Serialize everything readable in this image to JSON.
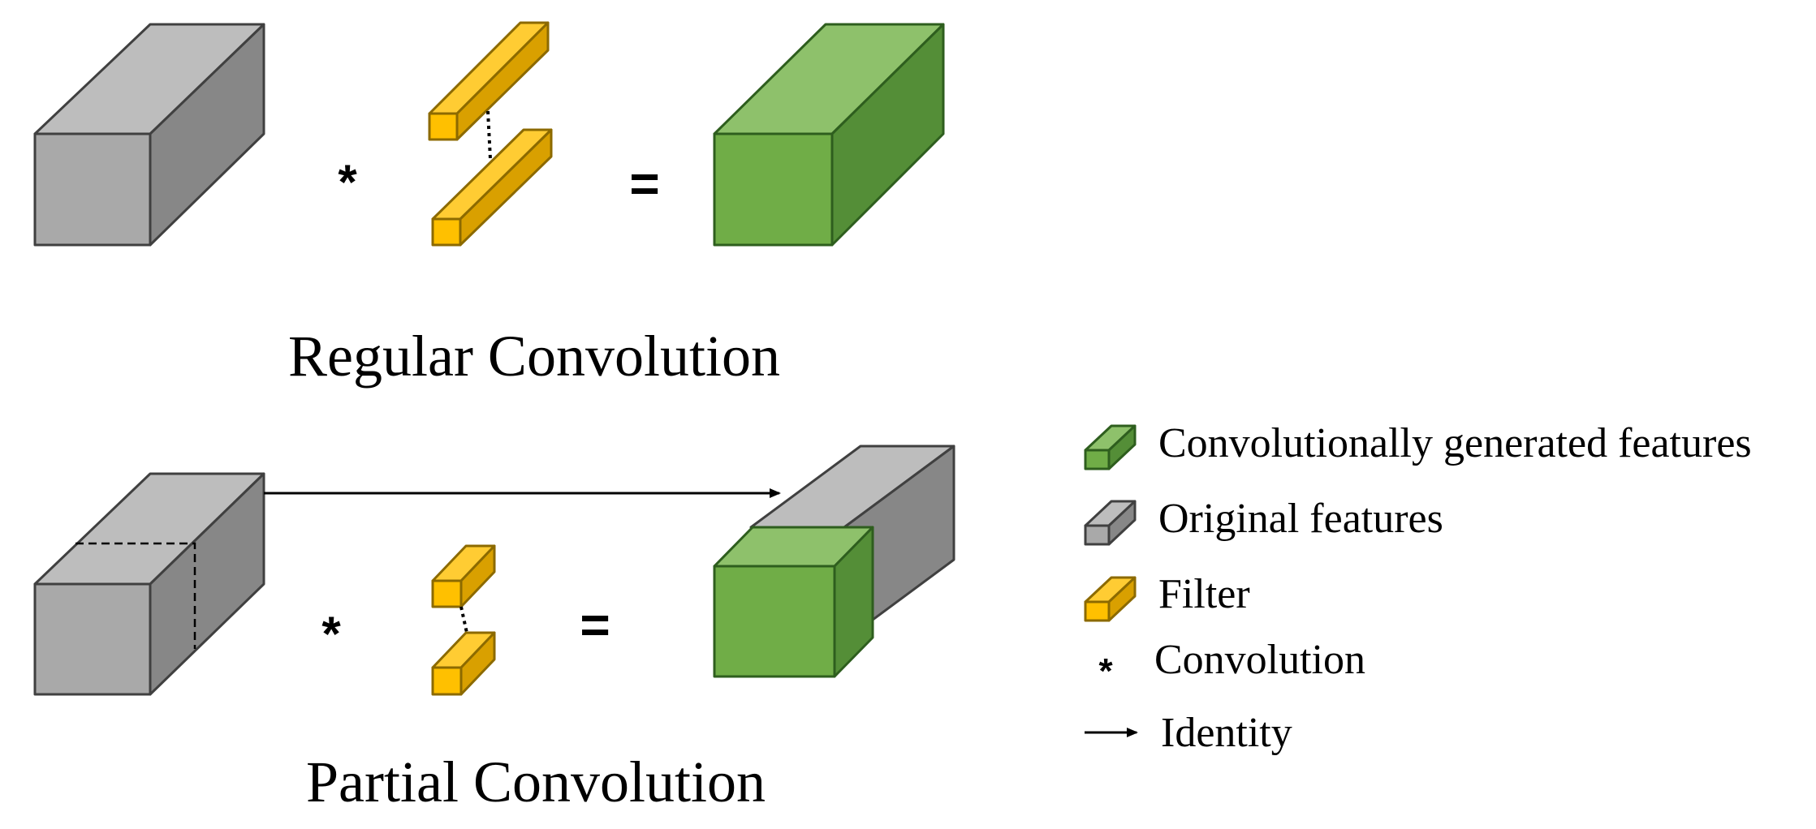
{
  "colors": {
    "original_front": "#A9A9A9",
    "original_top": "#BDBDBD",
    "original_side": "#878787",
    "original_stroke": "#404040",
    "generated_front": "#70AD47",
    "generated_top": "#8EC16B",
    "generated_side": "#548E37",
    "generated_stroke": "#2E5E1E",
    "filter_front": "#FFC000",
    "filter_top": "#FFCC33",
    "filter_side": "#D9A000",
    "filter_stroke": "#8C6A00",
    "arrow": "#000000",
    "text": "#000000"
  },
  "regular": {
    "caption": "Regular Convolution",
    "operator_convolve": "*",
    "operator_equals": "="
  },
  "partial": {
    "caption": "Partial Convolution",
    "operator_convolve": "*",
    "operator_equals": "="
  },
  "legend": {
    "items": [
      {
        "icon": "green-cube-icon",
        "label": "Convolutionally generated features"
      },
      {
        "icon": "gray-cube-icon",
        "label": "Original features"
      },
      {
        "icon": "filter-icon",
        "label": "Filter"
      },
      {
        "icon": "asterisk-icon",
        "label": "Convolution",
        "symbol": "*"
      },
      {
        "icon": "arrow-icon",
        "label": "Identity"
      }
    ]
  }
}
